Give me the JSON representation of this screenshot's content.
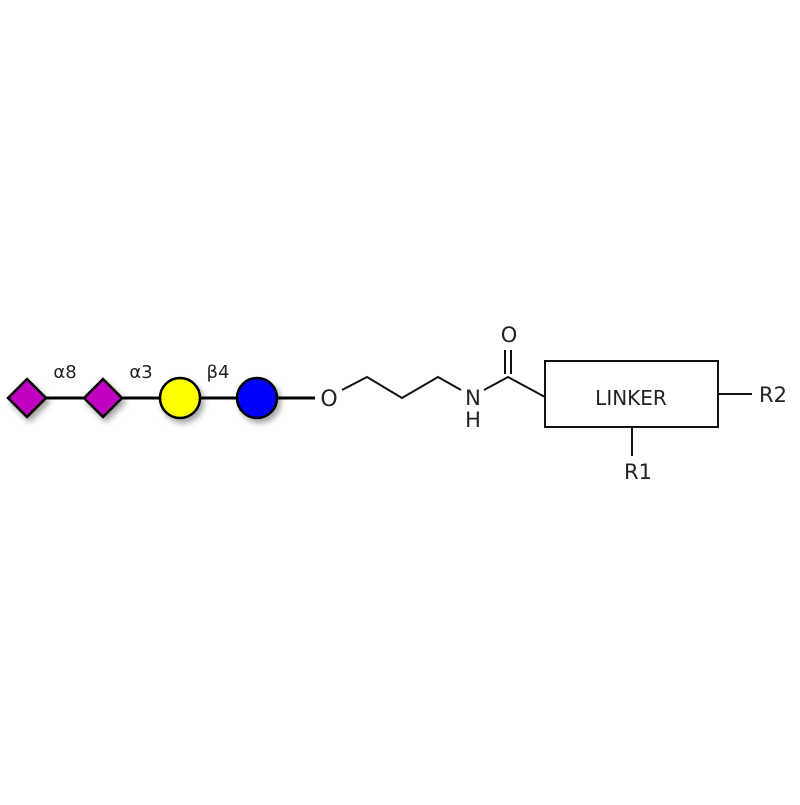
{
  "glycan": {
    "residues": [
      {
        "name": "sialic-acid-1",
        "shape": "diamond",
        "color": "#c000c0"
      },
      {
        "name": "sialic-acid-2",
        "shape": "diamond",
        "color": "#c000c0"
      },
      {
        "name": "galactose",
        "shape": "circle",
        "color": "#ffff00"
      },
      {
        "name": "glucose",
        "shape": "circle",
        "color": "#0000ff"
      }
    ],
    "linkages": [
      "α8",
      "α3",
      "β4"
    ]
  },
  "chemistry": {
    "oxygen": "O",
    "nitrogen": "N",
    "hydrogen": "H",
    "carbonyl_oxygen": "O",
    "linker_label": "LINKER",
    "r1": "R1",
    "r2": "R2"
  }
}
